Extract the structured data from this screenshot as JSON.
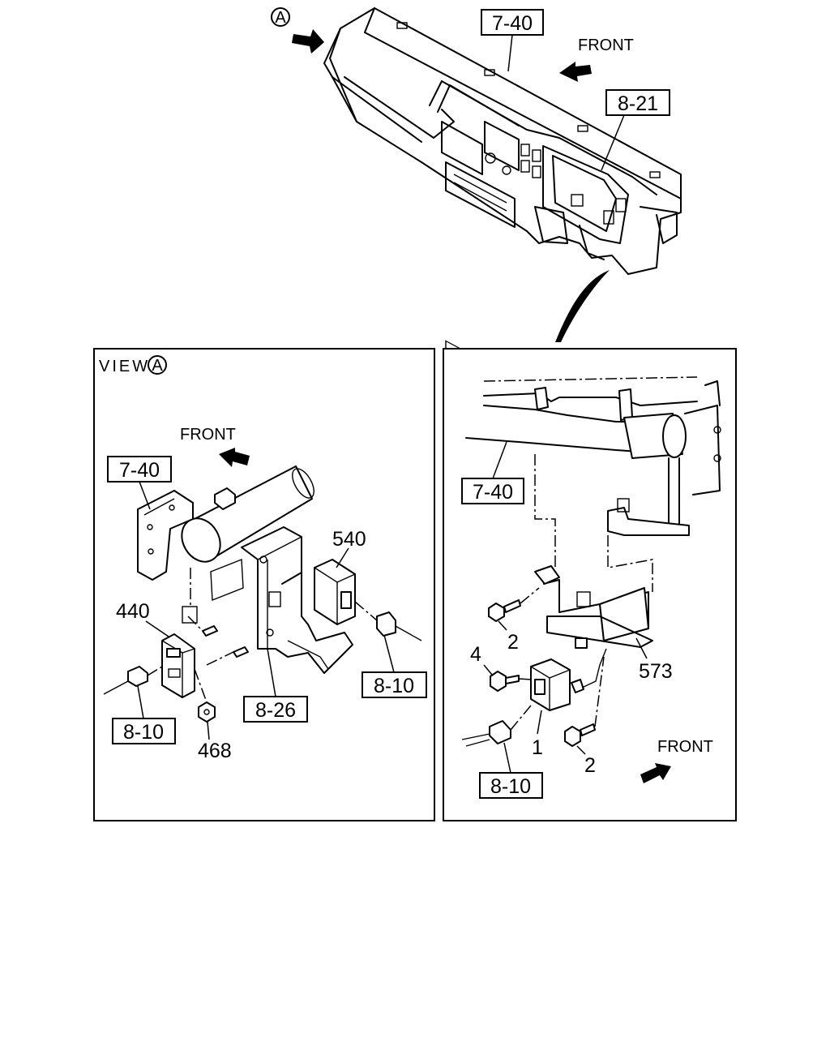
{
  "top": {
    "view_marker": "A",
    "front_label": "FRONT",
    "ref_dashboard": "7-40",
    "ref_cluster": "8-21"
  },
  "view_a": {
    "title": "VIEW",
    "title_marker": "A",
    "front_label": "FRONT",
    "ref_bracket": "7-40",
    "part_540": "540",
    "part_440": "440",
    "ref_wire_right": "8-10",
    "ref_wire_left": "8-10",
    "ref_frame": "8-26",
    "part_468": "468"
  },
  "right_view": {
    "ref_bracket": "7-40",
    "part_2_upper": "2",
    "part_4": "4",
    "part_573": "573",
    "part_1": "1",
    "part_2_lower": "2",
    "ref_wire": "8-10",
    "front_label": "FRONT"
  }
}
